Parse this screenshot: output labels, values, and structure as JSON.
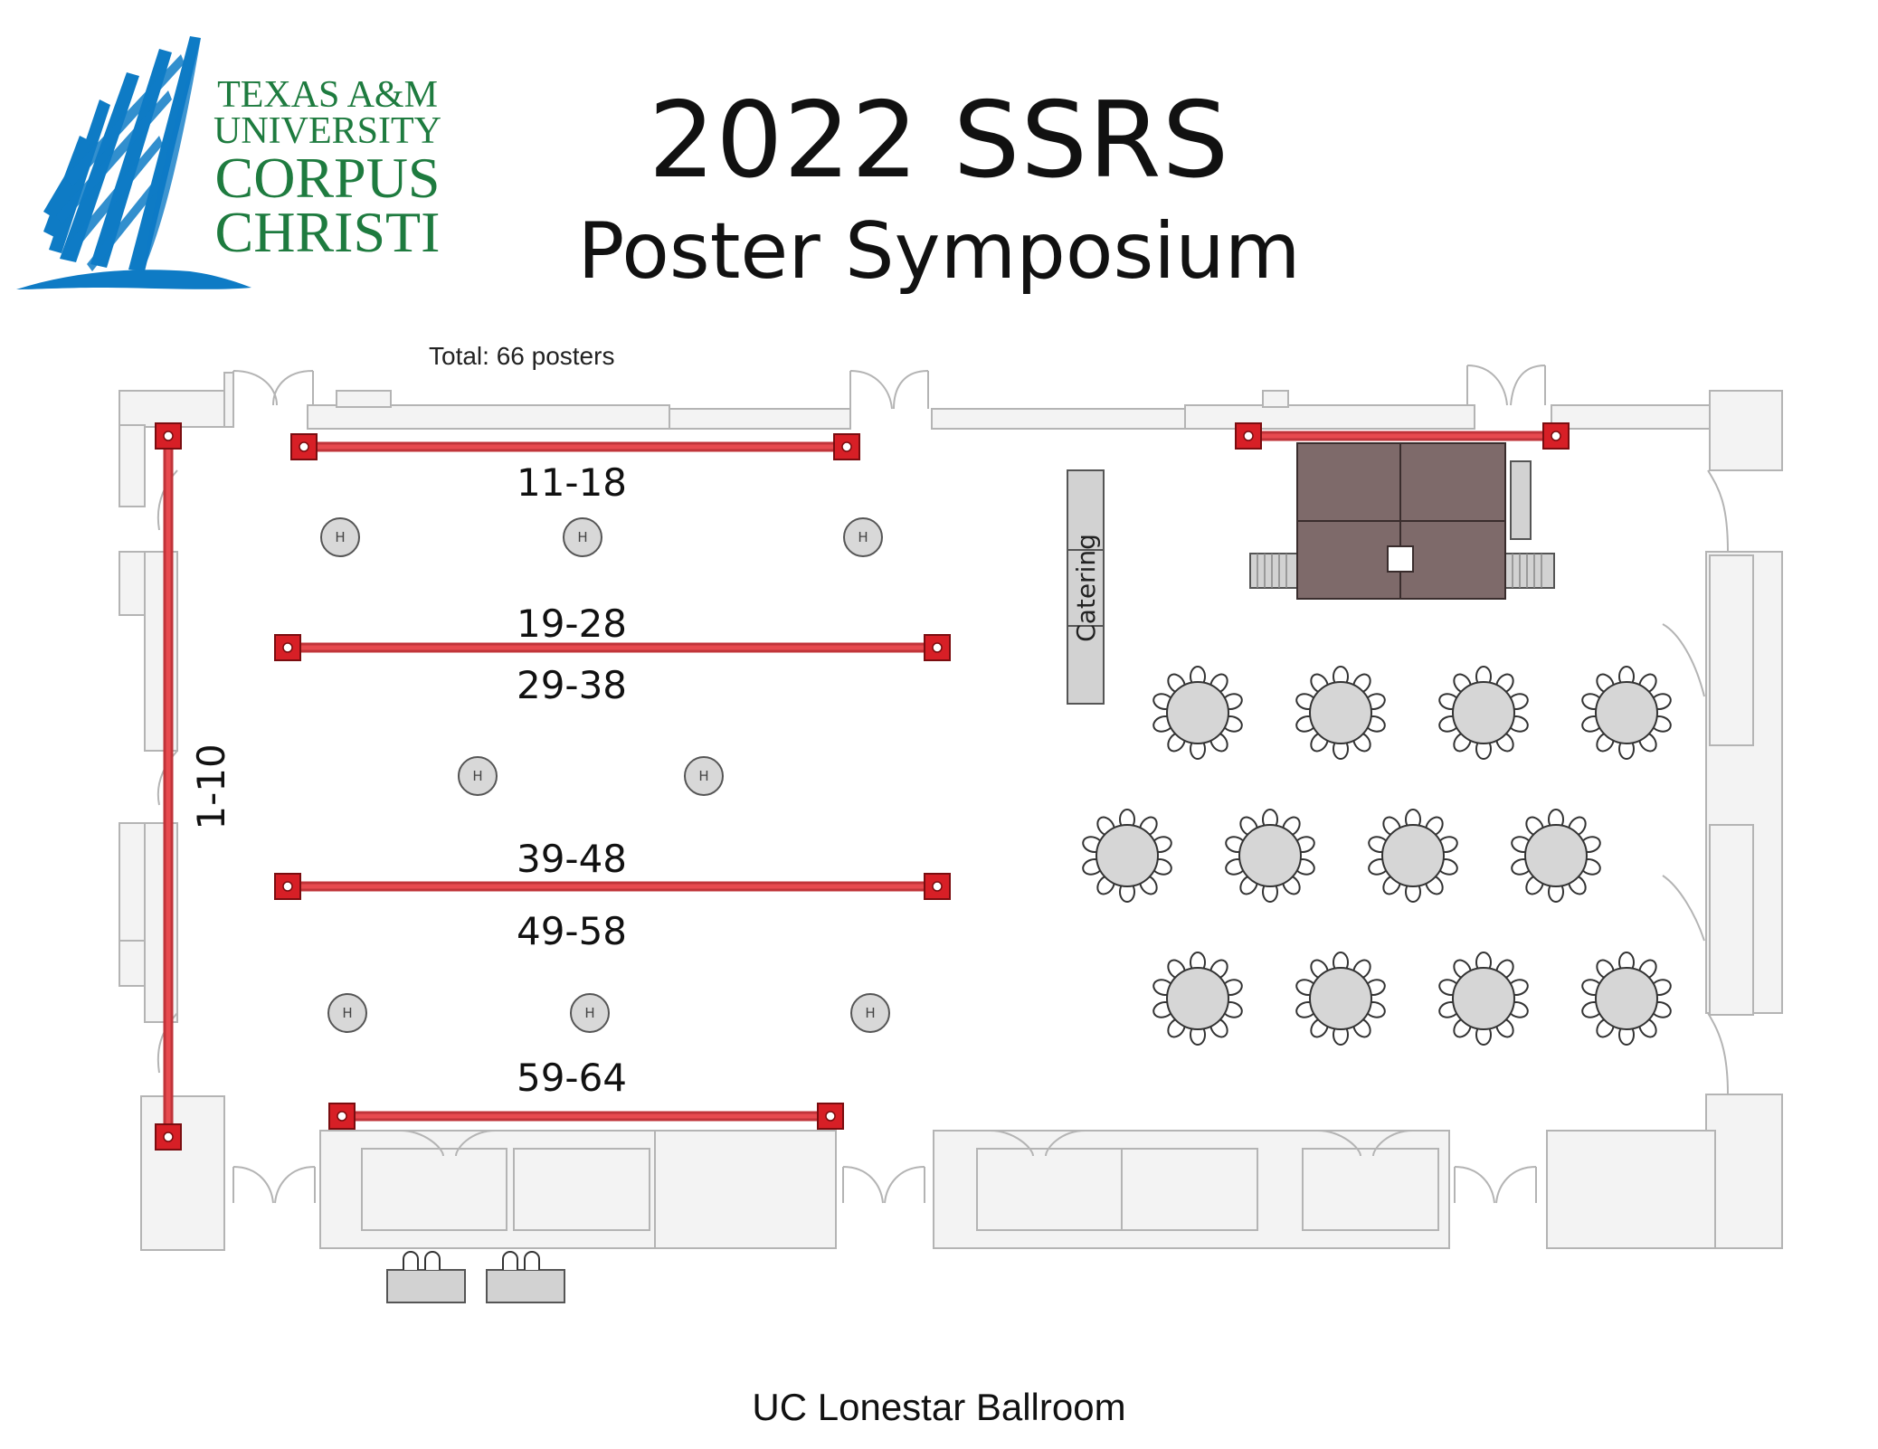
{
  "title": "2022 SSRS",
  "subtitle": "Poster Symposium",
  "total_label": "Total: 66 posters",
  "footer": "UC Lonestar Ballroom",
  "logo": {
    "line1": "TEXAS A&M",
    "line2": "UNIVERSITY",
    "line3": "CORPUS",
    "line4": "CHRISTI",
    "text_color": "#1e7b3f",
    "mark_color": "#0e7bc5"
  },
  "rows": [
    {
      "id": "row-1-10",
      "label": "1-10"
    },
    {
      "id": "row-11-18",
      "label": "11-18"
    },
    {
      "id": "row-19-28",
      "label": "19-28"
    },
    {
      "id": "row-29-38",
      "label": "29-38"
    },
    {
      "id": "row-39-48",
      "label": "39-48"
    },
    {
      "id": "row-49-58",
      "label": "49-58"
    },
    {
      "id": "row-59-64",
      "label": "59-64"
    }
  ],
  "catering_label": "Catering",
  "pillar_label": "H",
  "colors": {
    "rail": "#d9363c",
    "stage": "#7e6a6a",
    "wall": "#f3f3f3"
  }
}
